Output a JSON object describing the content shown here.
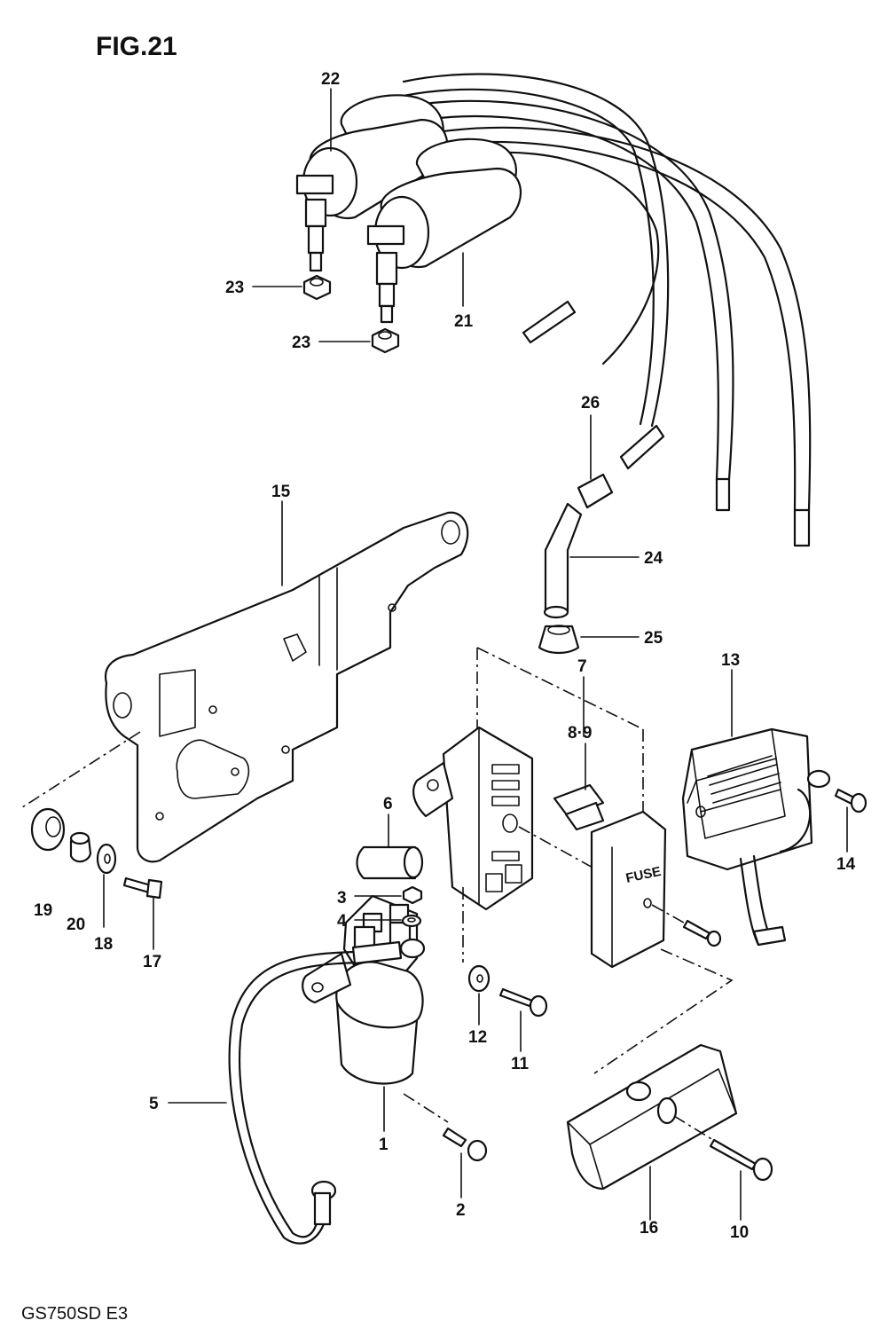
{
  "figure_title": "FIG.21",
  "model_code": "GS750SD  E3",
  "fuse_cover_text": "FUSE",
  "parts": [
    {
      "id": "p1",
      "number": "1"
    },
    {
      "id": "p2",
      "number": "2"
    },
    {
      "id": "p3",
      "number": "3"
    },
    {
      "id": "p4",
      "number": "4"
    },
    {
      "id": "p5",
      "number": "5"
    },
    {
      "id": "p6",
      "number": "6"
    },
    {
      "id": "p7",
      "number": "7"
    },
    {
      "id": "p8-9",
      "number": "8·9"
    },
    {
      "id": "p10",
      "number": "10"
    },
    {
      "id": "p11",
      "number": "11"
    },
    {
      "id": "p12",
      "number": "12"
    },
    {
      "id": "p13",
      "number": "13"
    },
    {
      "id": "p14",
      "number": "14"
    },
    {
      "id": "p15",
      "number": "15"
    },
    {
      "id": "p16",
      "number": "16"
    },
    {
      "id": "p17",
      "number": "17"
    },
    {
      "id": "p18",
      "number": "18"
    },
    {
      "id": "p19",
      "number": "19"
    },
    {
      "id": "p20",
      "number": "20"
    },
    {
      "id": "p21",
      "number": "21"
    },
    {
      "id": "p22",
      "number": "22"
    },
    {
      "id": "p23a",
      "number": "23"
    },
    {
      "id": "p23b",
      "number": "23"
    },
    {
      "id": "p24",
      "number": "24"
    },
    {
      "id": "p25",
      "number": "25"
    },
    {
      "id": "p26",
      "number": "26"
    }
  ]
}
